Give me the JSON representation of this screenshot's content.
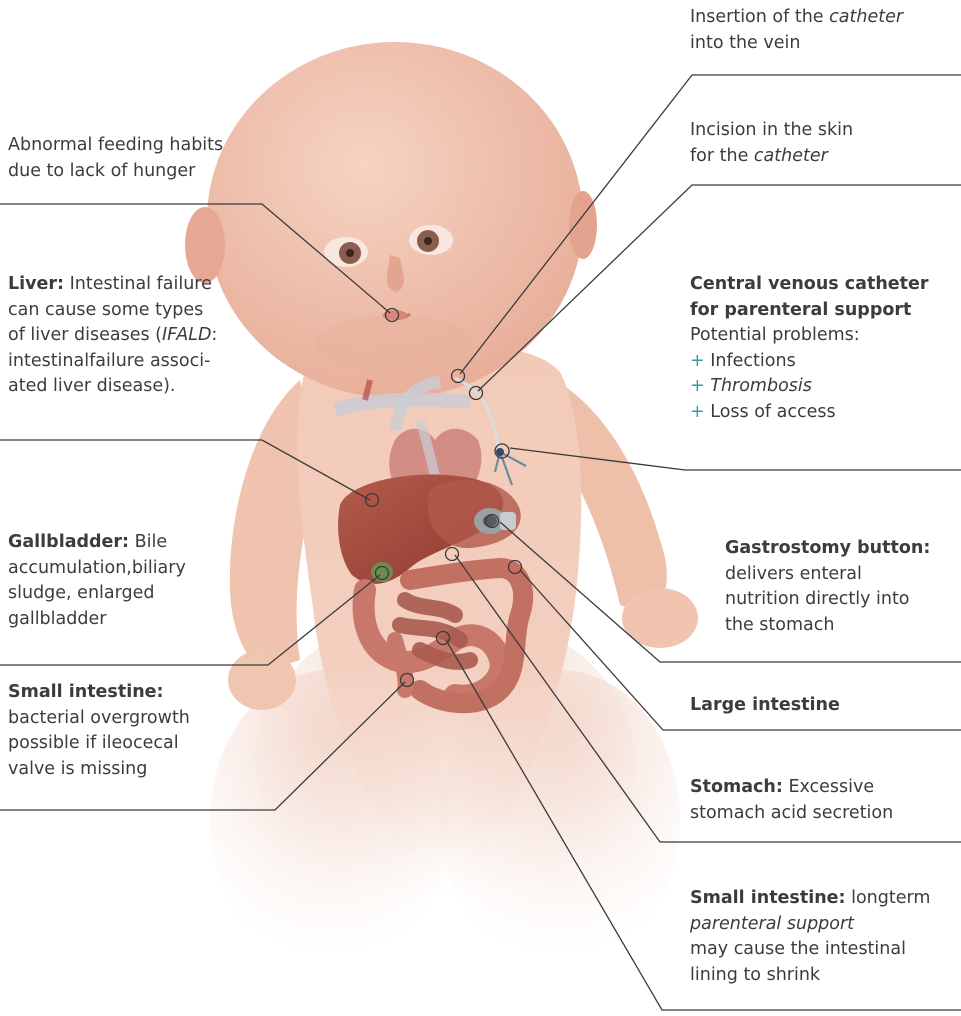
{
  "colors": {
    "text": "#3c3c3c",
    "leader_line": "#3a3a3a",
    "bullet_accent": "#3a9ab0",
    "skin": "#f2c8b4",
    "liver": "#a24a3c",
    "intestine": "#c7786a",
    "heart": "#b04a48"
  },
  "labels": {
    "catheter_insertion": {
      "line1_text": "Insertion of the ",
      "line1_italic": "catheter",
      "line2": "into the vein"
    },
    "skin_incision": {
      "line1": "Incision in the skin",
      "line2_text": "for the ",
      "line2_italic": "catheter"
    },
    "cvc": {
      "title1": "Central venous catheter",
      "title2": "for parenteral support",
      "sub": "Potential problems:",
      "bullet_symbol": "+",
      "bullets": [
        "Infections",
        "Thrombosis",
        "Loss of access"
      ]
    },
    "gastrostomy": {
      "bold": "Gastrostomy button:",
      "lines": [
        "delivers enteral",
        "nutrition directly into",
        "the stomach"
      ]
    },
    "large_intestine": {
      "bold": "Large intestine"
    },
    "stomach": {
      "bold": "Stomach:",
      "rest": " Excessive",
      "line2": "stomach acid secretion"
    },
    "small_intestine_right": {
      "bold": "Small intestine:",
      "rest": " longterm",
      "line2_italic": "parenteral support",
      "line3": "may cause the intestinal",
      "line4": "lining to shrink"
    },
    "feeding": {
      "line1": "Abnormal feeding habits",
      "line2": "due to lack of hunger"
    },
    "liver": {
      "bold": "Liver:",
      "rest": " Intestinal failure",
      "line2": "can cause some types",
      "line3_a": "of liver diseases (",
      "line3_italic": "IFALD",
      "line3_b": ":",
      "line4": "intestinalfailure associ-",
      "line5": "ated liver disease)."
    },
    "gallbladder": {
      "bold": "Gallbladder:",
      "rest": " Bile",
      "line2": "accumulation,biliary",
      "line3": "sludge, enlarged",
      "line4": "gallbladder"
    },
    "small_intestine_left": {
      "bold": "Small intestine:",
      "lines": [
        "bacterial overgrowth",
        "possible if ileocecal",
        "valve is missing"
      ]
    }
  }
}
